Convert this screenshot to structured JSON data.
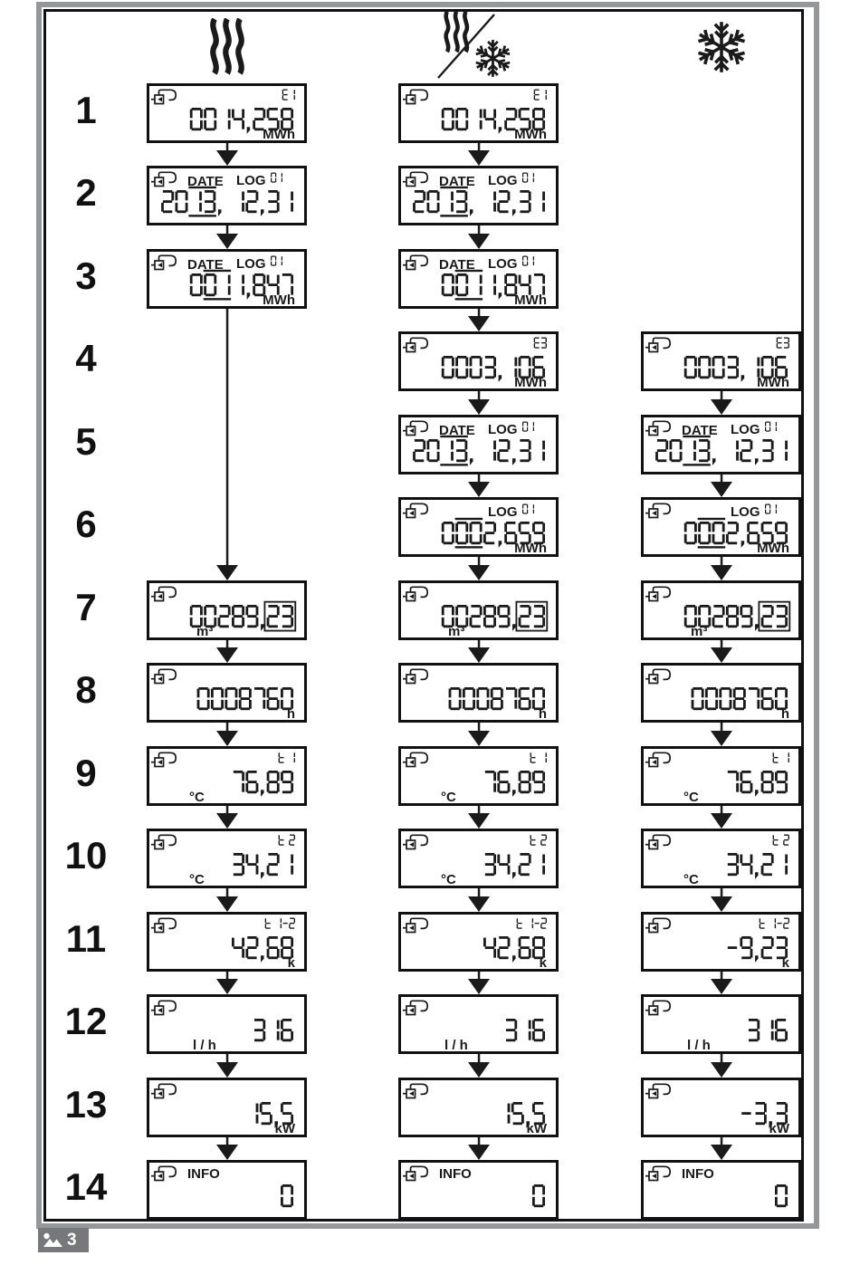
{
  "page": {
    "figure_badge": {
      "number": "3",
      "icon": "image-icon"
    },
    "colors": {
      "ink": "#1a1a1a",
      "frame_gray": "#95979a",
      "badge_gray": "#76787b"
    }
  },
  "row_labels": [
    "1",
    "2",
    "3",
    "4",
    "5",
    "6",
    "7",
    "8",
    "9",
    "10",
    "11",
    "12",
    "13",
    "14"
  ],
  "lcd_labels": {
    "date": "DATE",
    "log": "LOG",
    "info": "INFO"
  },
  "columns": [
    {
      "id": "heating",
      "icon": "heat-waves-icon",
      "displays": [
        {
          "row": 1,
          "tag": "E1",
          "value": "0014,258",
          "unit": "MWh",
          "unit_side": "right"
        },
        {
          "row": 2,
          "date": true,
          "log": "01",
          "value": "2013, 12,31",
          "cursor": [
            2,
            3
          ]
        },
        {
          "row": 3,
          "date": true,
          "log": "01",
          "value": "0011,847",
          "cursor": [
            1,
            2
          ],
          "unit": "MWh",
          "unit_side": "right"
        },
        {
          "row": 7,
          "value": "00289,23",
          "boxed": [
            6,
            7
          ],
          "unit": "m³",
          "unit_side": "left"
        },
        {
          "row": 8,
          "value": "0008760",
          "unit": "h",
          "unit_side": "right"
        },
        {
          "row": 9,
          "tag": "t 1",
          "value": "76,89",
          "unit": "°C",
          "unit_side": "left"
        },
        {
          "row": 10,
          "tag": "t 2",
          "value": "34,21",
          "unit": "°C",
          "unit_side": "left"
        },
        {
          "row": 11,
          "tag": "t 1-2",
          "value": "42,68",
          "unit": "k",
          "unit_side": "right"
        },
        {
          "row": 12,
          "value": "316",
          "unit": "l / h",
          "unit_side": "left"
        },
        {
          "row": 13,
          "value": "15,5",
          "unit": "kW",
          "unit_side": "right"
        },
        {
          "row": 14,
          "info": true,
          "value": "0"
        }
      ]
    },
    {
      "id": "heating-cooling",
      "icon": "heat-cool-icon",
      "displays": [
        {
          "row": 1,
          "tag": "E1",
          "value": "0014,258",
          "unit": "MWh",
          "unit_side": "right"
        },
        {
          "row": 2,
          "date": true,
          "log": "01",
          "value": "2013, 12,31",
          "cursor": [
            2,
            3
          ]
        },
        {
          "row": 3,
          "date": true,
          "log": "01",
          "value": "0011,847",
          "cursor": [
            1,
            2
          ],
          "unit": "MWh",
          "unit_side": "right"
        },
        {
          "row": 4,
          "tag": "E3",
          "value": "0003,106",
          "unit": "MWh",
          "unit_side": "right"
        },
        {
          "row": 5,
          "date": true,
          "log": "01",
          "value": "2013, 12,31",
          "cursor": [
            2,
            3
          ]
        },
        {
          "row": 6,
          "log": "01",
          "value": "0002,659",
          "cursor": [
            1,
            2
          ],
          "unit": "MWh",
          "unit_side": "right"
        },
        {
          "row": 7,
          "value": "00289,23",
          "boxed": [
            6,
            7
          ],
          "unit": "m³",
          "unit_side": "left"
        },
        {
          "row": 8,
          "value": "0008760",
          "unit": "h",
          "unit_side": "right"
        },
        {
          "row": 9,
          "tag": "t 1",
          "value": "76,89",
          "unit": "°C",
          "unit_side": "left"
        },
        {
          "row": 10,
          "tag": "t 2",
          "value": "34,21",
          "unit": "°C",
          "unit_side": "left"
        },
        {
          "row": 11,
          "tag": "t 1-2",
          "value": "42,68",
          "unit": "k",
          "unit_side": "right"
        },
        {
          "row": 12,
          "value": "316",
          "unit": "l / h",
          "unit_side": "left"
        },
        {
          "row": 13,
          "value": "15,5",
          "unit": "kW",
          "unit_side": "right"
        },
        {
          "row": 14,
          "info": true,
          "value": "0"
        }
      ]
    },
    {
      "id": "cooling",
      "icon": "snowflake-icon",
      "displays": [
        {
          "row": 4,
          "tag": "E3",
          "value": "0003,106",
          "unit": "MWh",
          "unit_side": "right"
        },
        {
          "row": 5,
          "date": true,
          "log": "01",
          "value": "2013, 12,31",
          "cursor": [
            2,
            3
          ]
        },
        {
          "row": 6,
          "log": "01",
          "value": "0002,659",
          "cursor": [
            1,
            2
          ],
          "unit": "MWh",
          "unit_side": "right"
        },
        {
          "row": 7,
          "value": "00289,23",
          "boxed": [
            6,
            7
          ],
          "unit": "m³",
          "unit_side": "left"
        },
        {
          "row": 8,
          "value": "0008760",
          "unit": "h",
          "unit_side": "right"
        },
        {
          "row": 9,
          "tag": "t 1",
          "value": "76,89",
          "unit": "°C",
          "unit_side": "left"
        },
        {
          "row": 10,
          "tag": "t 2",
          "value": "34,21",
          "unit": "°C",
          "unit_side": "left"
        },
        {
          "row": 11,
          "tag": "t 1-2",
          "value": "-9,23",
          "unit": "k",
          "unit_side": "right"
        },
        {
          "row": 12,
          "value": "316",
          "unit": "l / h",
          "unit_side": "left"
        },
        {
          "row": 13,
          "value": "-3,3",
          "unit": "kW",
          "unit_side": "right"
        },
        {
          "row": 14,
          "info": true,
          "value": "0"
        }
      ]
    }
  ]
}
